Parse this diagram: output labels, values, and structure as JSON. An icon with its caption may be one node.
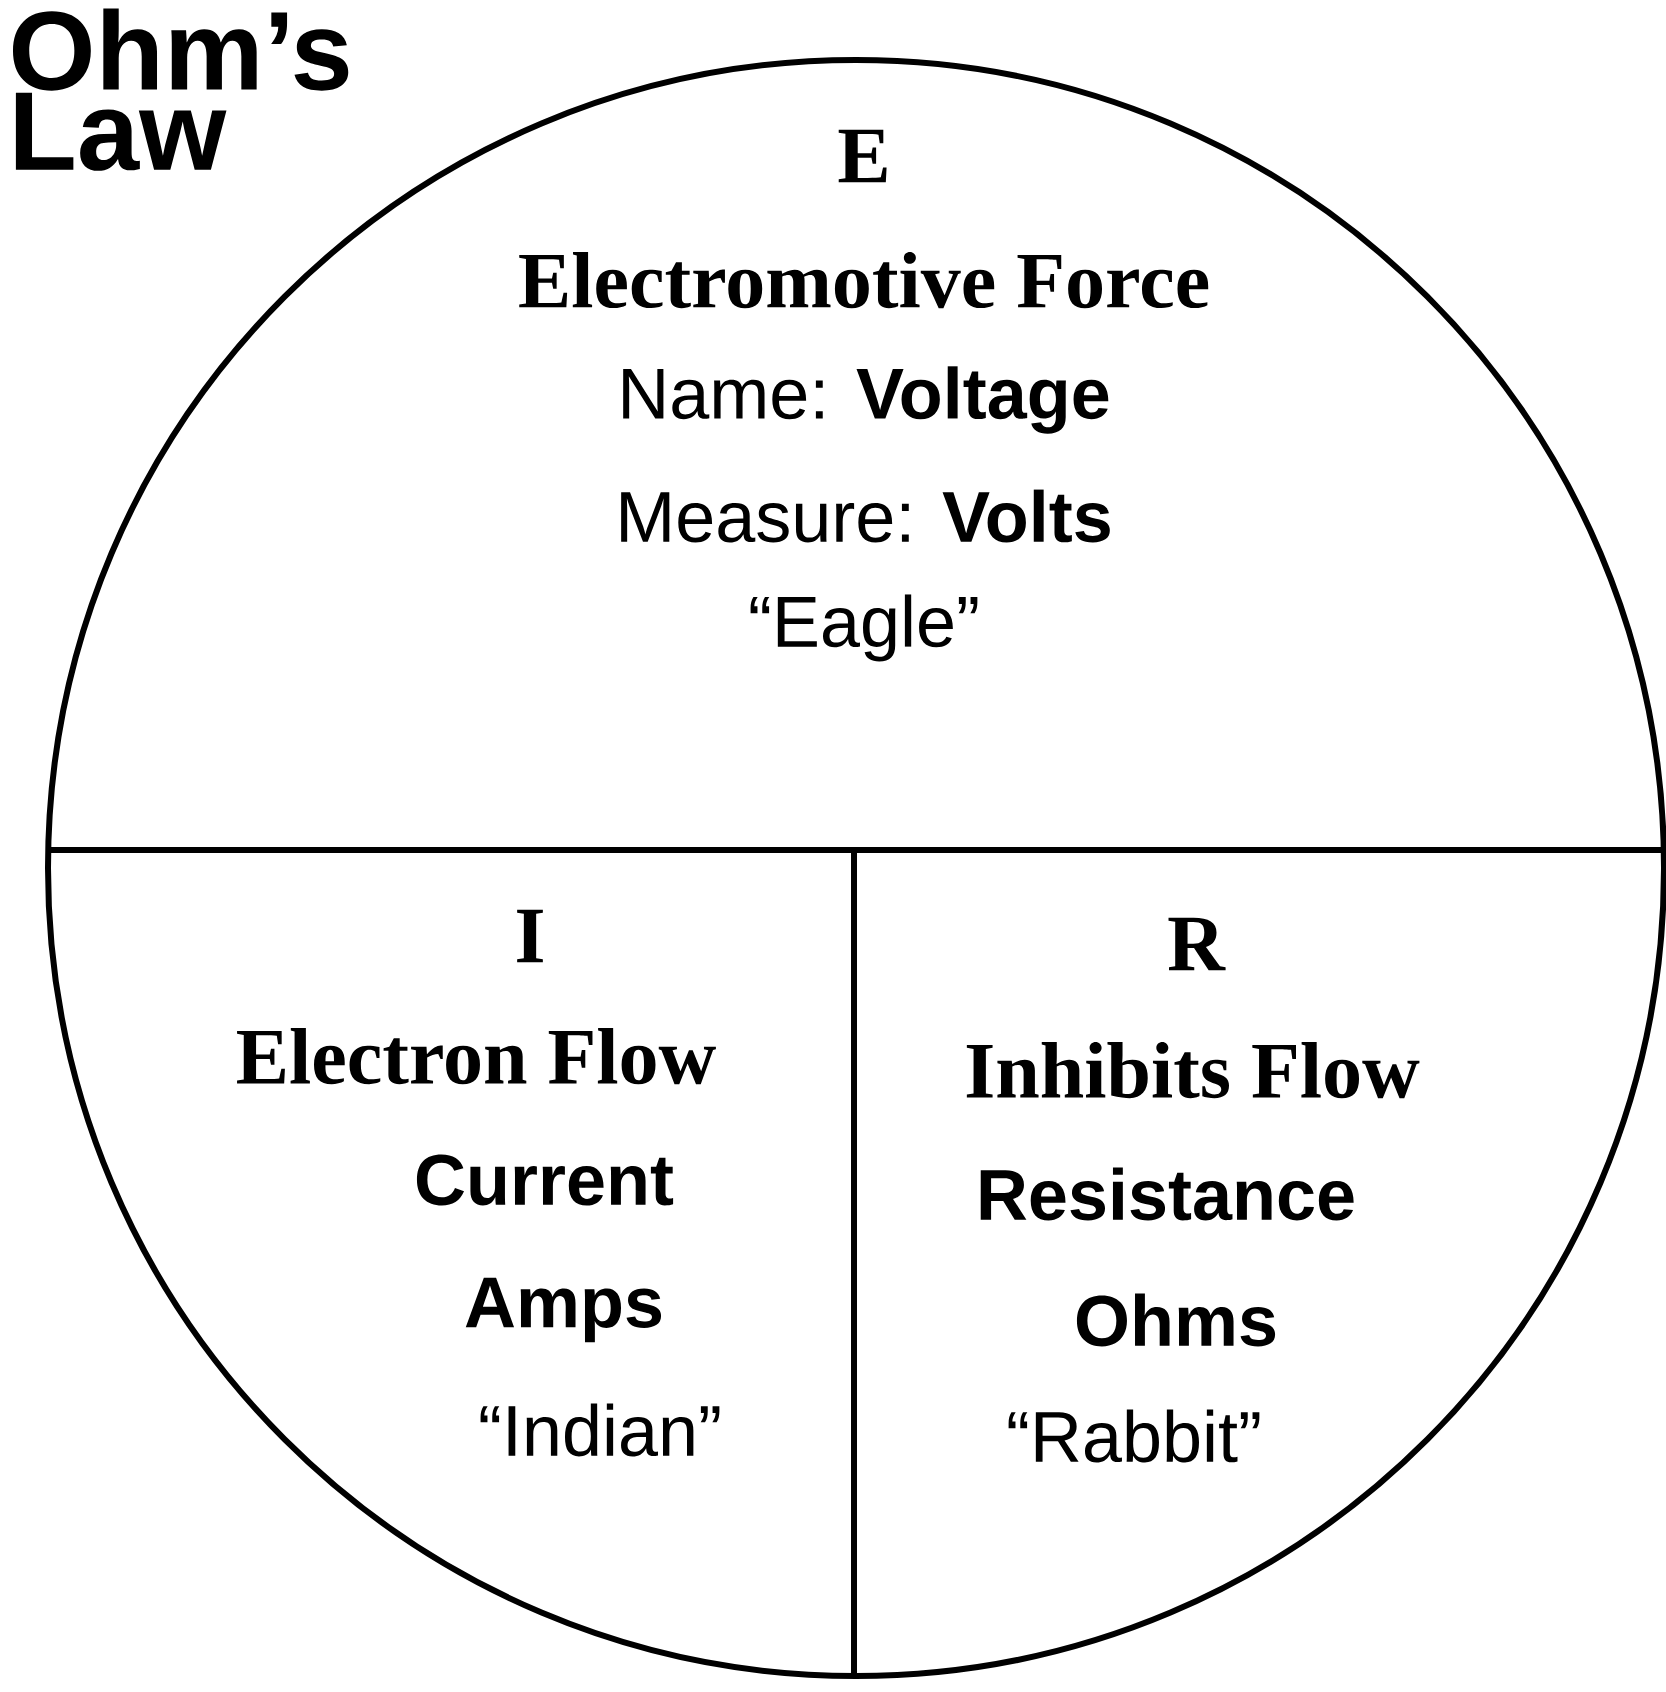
{
  "diagram": {
    "title": "Ohm’s Law",
    "nodes": [
      {
        "text": [],
        "shape": "circle"
      },
      {
        "text": [
          "E",
          "Electromotive Force",
          "Name: **Voltage**",
          "Measure: **Volts**",
          "“Eagle”"
        ],
        "in": 0
      },
      {
        "text": [
          "I",
          "Electron Flow",
          "Current",
          "Amps",
          "“Indian”"
        ],
        "in": 0
      },
      {
        "text": [
          "R",
          "Inhibits Flow",
          "Resistance",
          "Ohms",
          "“Rabbit”"
        ],
        "in": 0
      }
    ]
  }
}
